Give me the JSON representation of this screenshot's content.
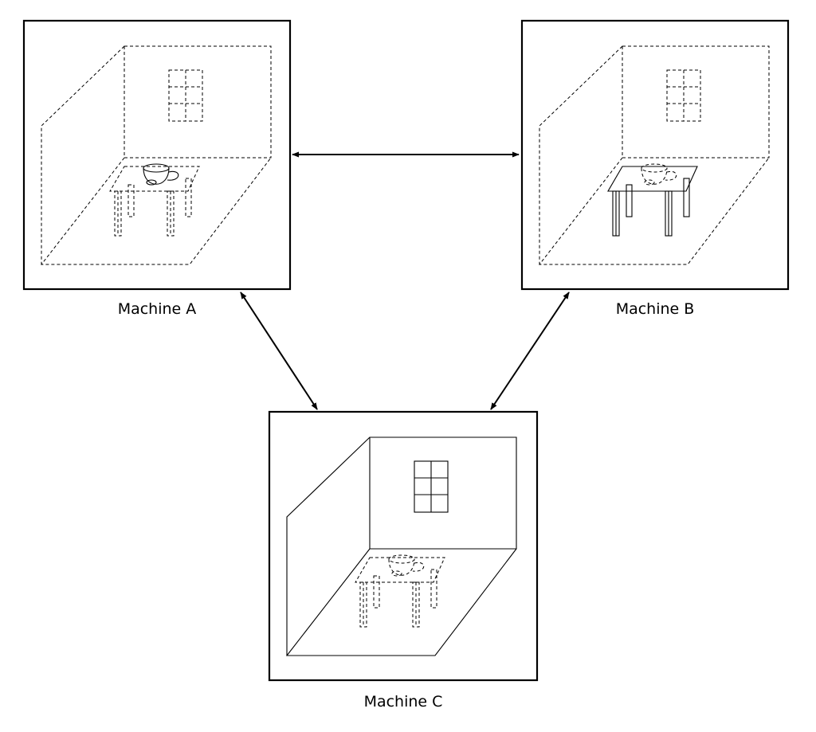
{
  "machines": [
    {
      "id": "a",
      "label": "Machine A"
    },
    {
      "id": "b",
      "label": "Machine B"
    },
    {
      "id": "c",
      "label": "Machine C"
    }
  ]
}
